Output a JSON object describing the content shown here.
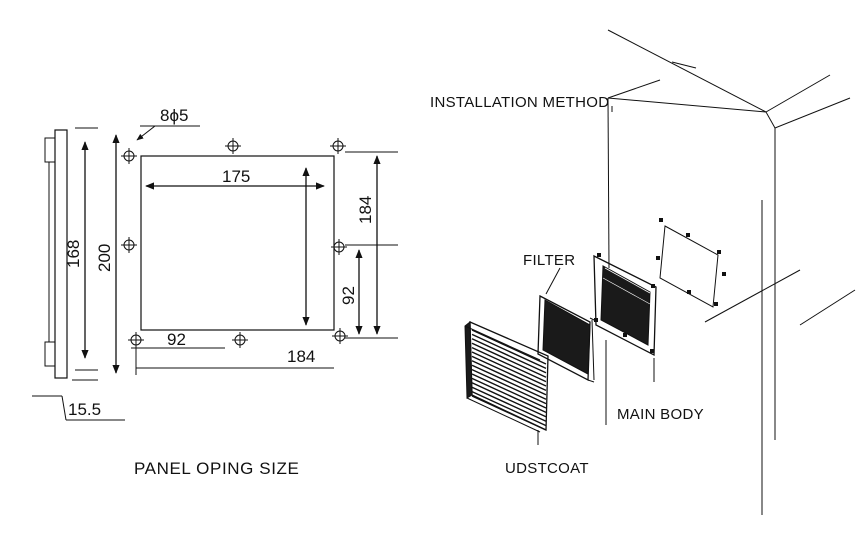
{
  "captions": {
    "panel_title": "PANEL OPING SIZE",
    "installation_title": "INSTALLATION METHOD",
    "filter": "FILTER",
    "main_body": "MAIN BODY",
    "dustcoat": "UDSTCOAT"
  },
  "dimensions": {
    "holes": "8ϕ5",
    "width_inner": "175",
    "height_inner": "168",
    "height_outer": "200",
    "height_right": "184",
    "half_height": "92",
    "half_width": "92",
    "width_outer": "184",
    "depth": "15.5"
  },
  "colors": {
    "line": "#111111",
    "fill_dark": "#1a1a1a",
    "background": "#ffffff"
  }
}
